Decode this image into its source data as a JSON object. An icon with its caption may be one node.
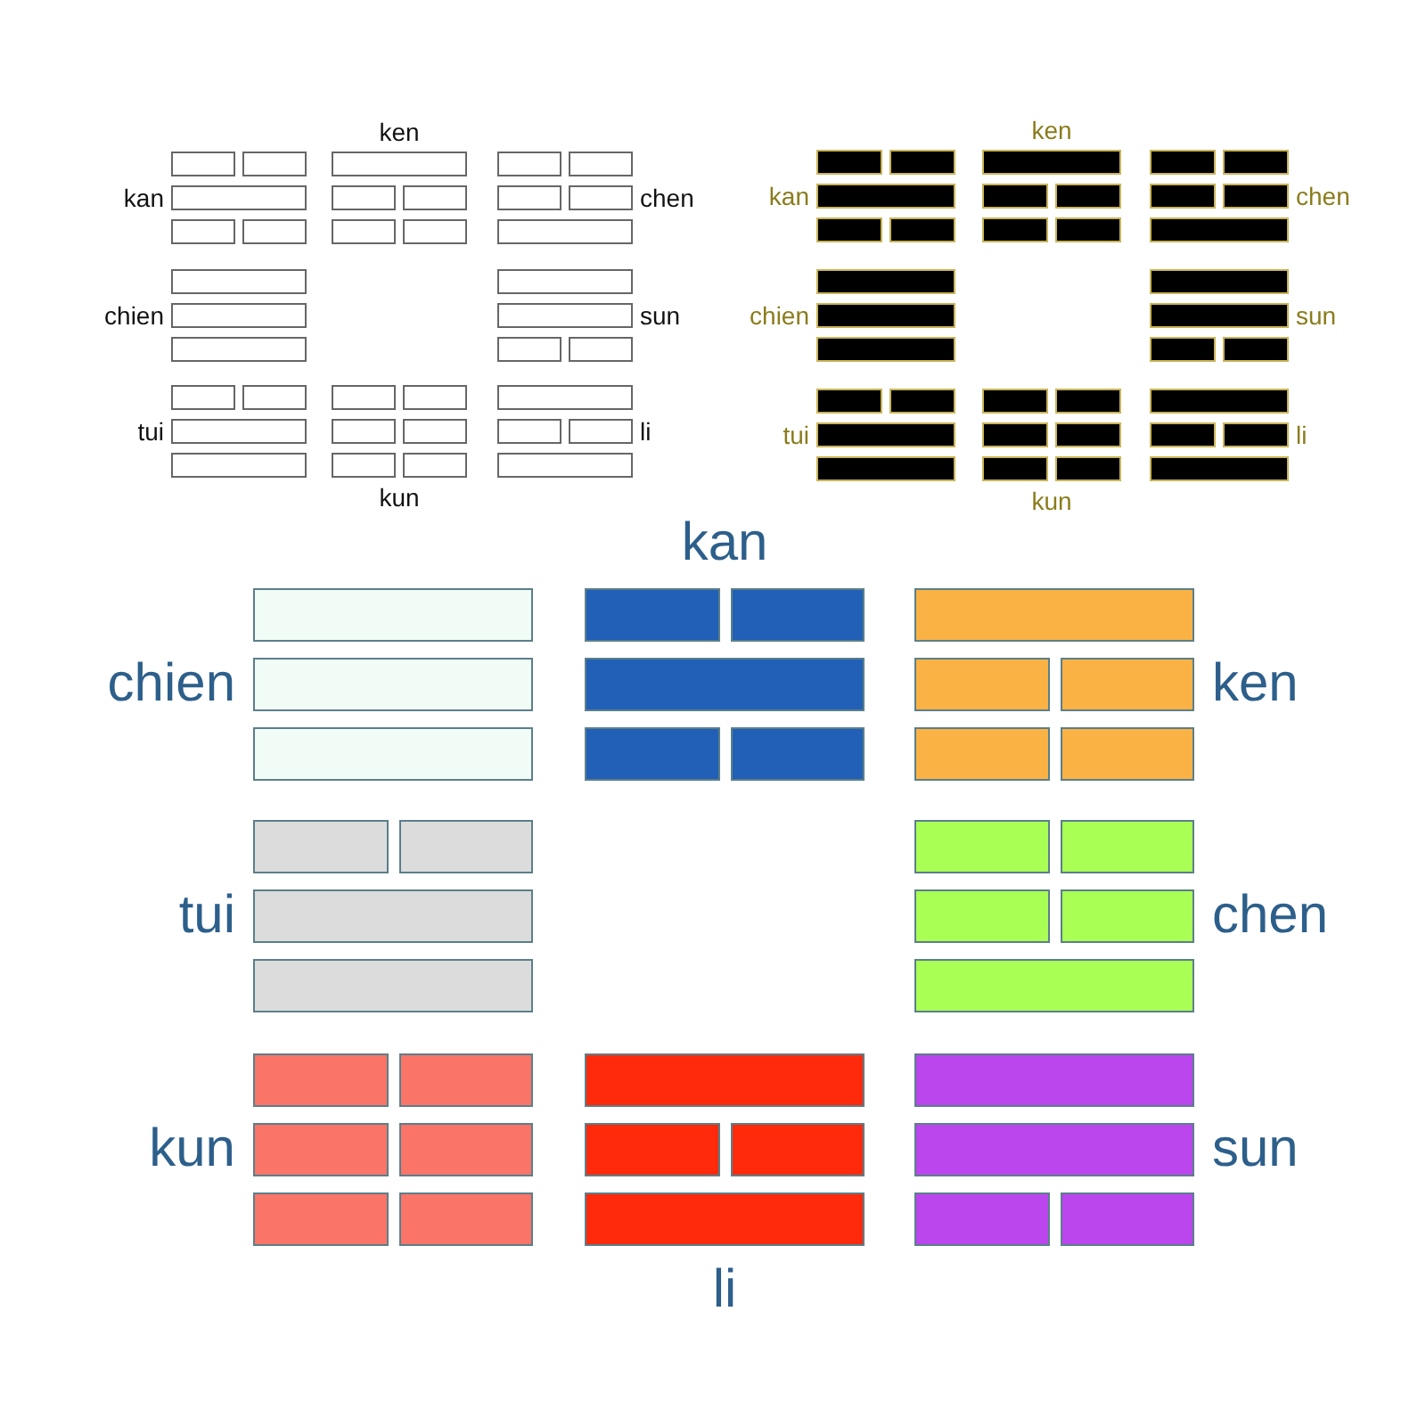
{
  "diagram": {
    "nodes": [
      {
        "text": [
          "kan"
        ]
      },
      {
        "text": [
          "ken"
        ]
      },
      {
        "text": [
          "chen"
        ]
      },
      {
        "text": [
          "chien"
        ]
      },
      {
        "text": [
          "sun"
        ]
      },
      {
        "text": [
          "tui"
        ]
      },
      {
        "text": [
          "kun"
        ]
      },
      {
        "text": [
          "li"
        ]
      },
      {
        "text": [
          "kan"
        ]
      },
      {
        "text": [
          "ken"
        ]
      },
      {
        "text": [
          "chen"
        ]
      },
      {
        "text": [
          "chien"
        ]
      },
      {
        "text": [
          "sun"
        ]
      },
      {
        "text": [
          "tui"
        ]
      },
      {
        "text": [
          "kun"
        ]
      },
      {
        "text": [
          "li"
        ]
      },
      {
        "text": [
          "chien"
        ]
      },
      {
        "text": [
          "kan"
        ]
      },
      {
        "text": [
          "ken"
        ]
      },
      {
        "text": [
          "tui"
        ]
      },
      {
        "text": [
          "chen"
        ]
      },
      {
        "text": [
          "kun"
        ]
      },
      {
        "text": [
          "li"
        ]
      },
      {
        "text": [
          "sun"
        ]
      }
    ]
  }
}
